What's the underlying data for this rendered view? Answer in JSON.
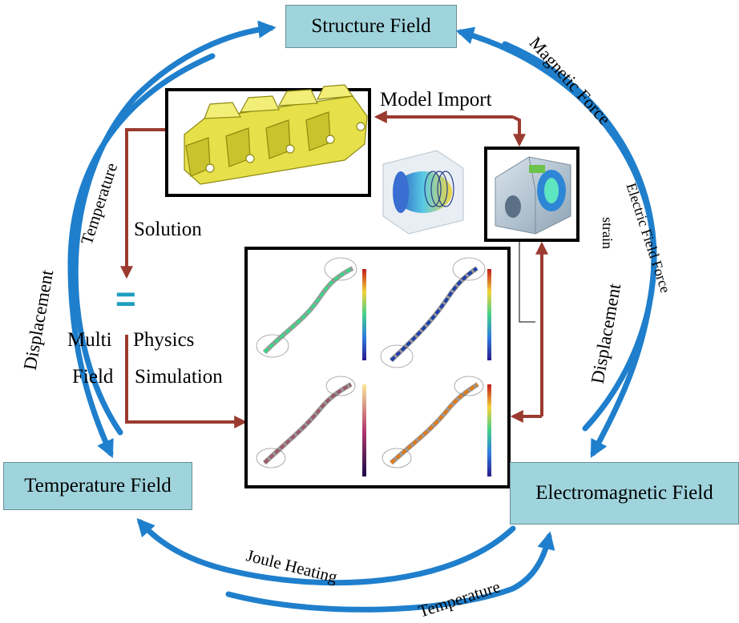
{
  "fields": {
    "structure": "Structure Field",
    "temperature": "Temperature Field",
    "electromagnetic": "Electromagnetic Field"
  },
  "couplings": {
    "magnetic_force": "Magnetic Force",
    "electric_field_force": "Electric Field Force",
    "strain": "strain",
    "displacement_right": "Displacement",
    "displacement_left": "Displacement",
    "joule_heating": "Joule Heating",
    "temperature_bottom": "Temperature",
    "temperature_inner": "Temperature"
  },
  "workflow": {
    "model_import": "Model Import",
    "solution": "Solution",
    "multi": "Multi",
    "field": "Field",
    "physics": "Physics",
    "simulation": "Simulation",
    "equals_symbol": "="
  },
  "colors": {
    "cycle_arrow": "#1f7fcc",
    "workflow_arrow": "#9b3b30",
    "field_box": "#9fd4dd",
    "coil_yellow": "#e6e04a"
  }
}
